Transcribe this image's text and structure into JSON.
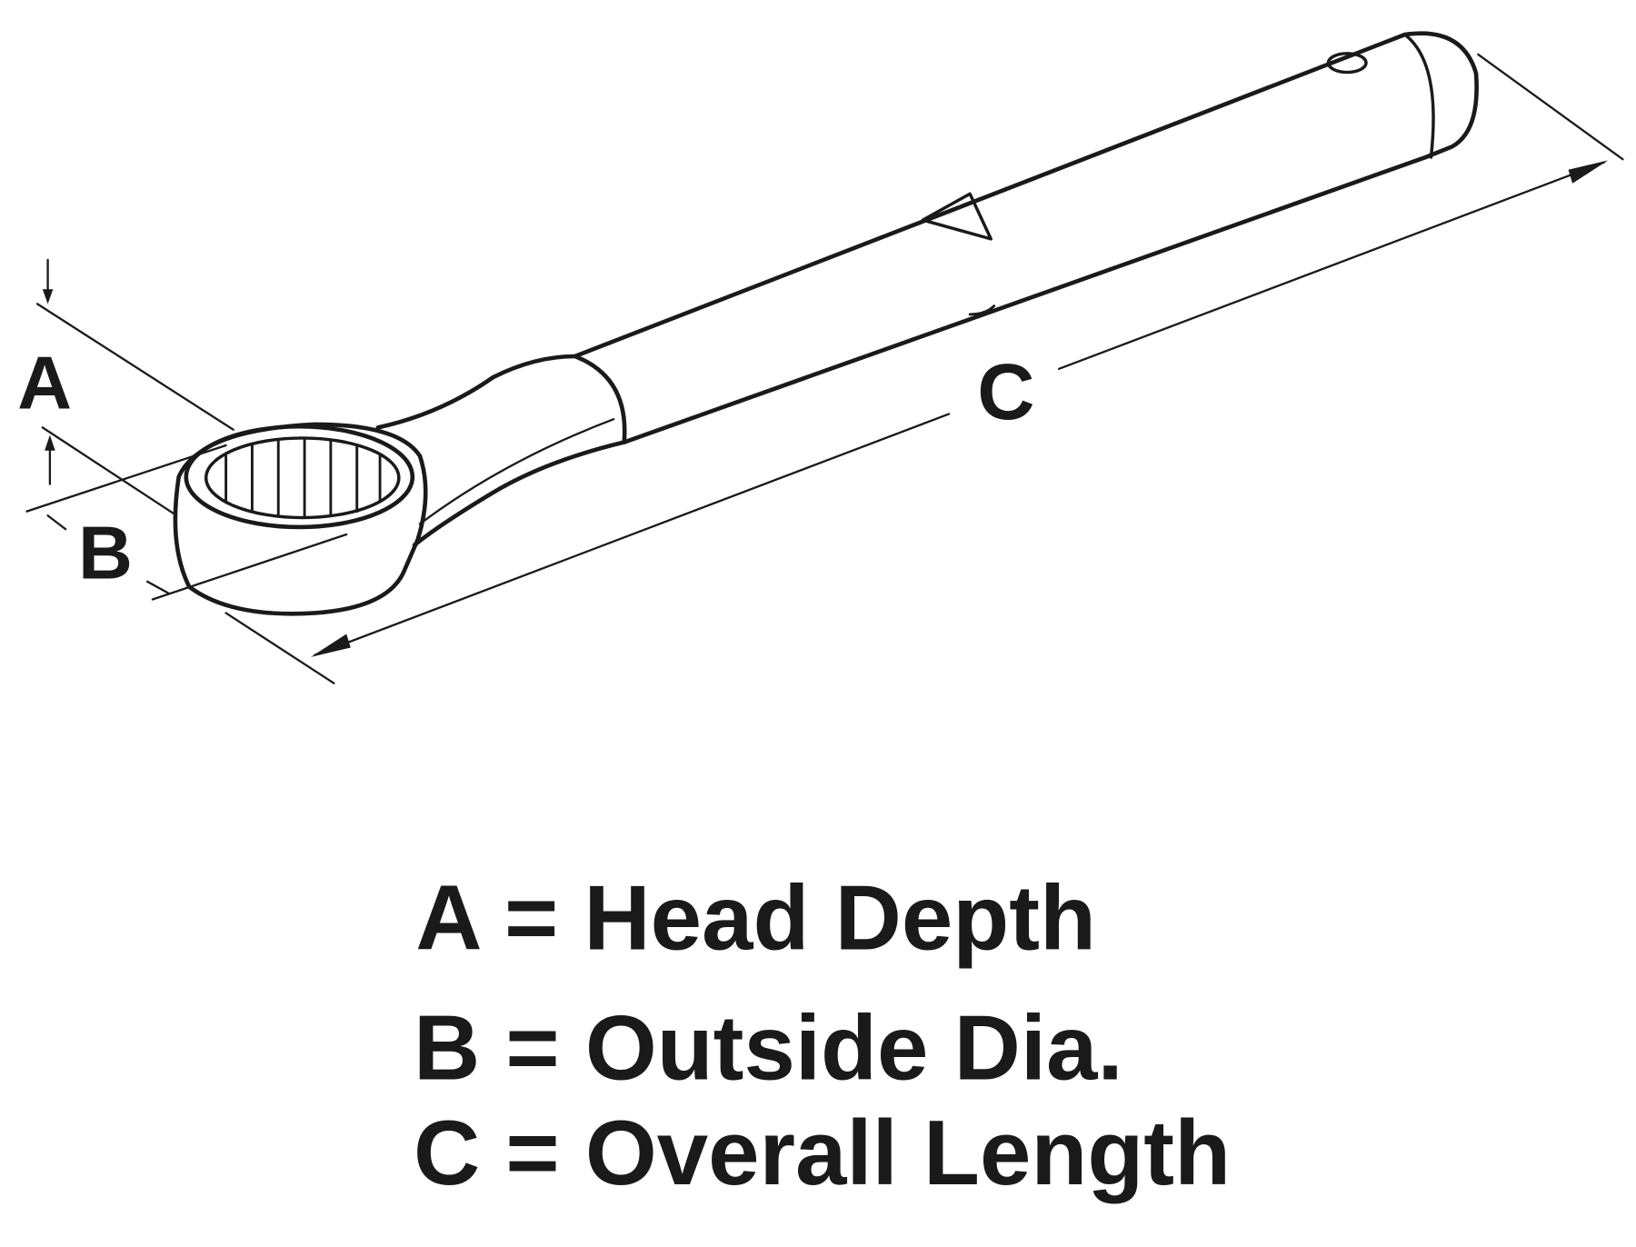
{
  "diagram": {
    "dimension_labels": {
      "a": "A",
      "b": "B",
      "c": "C"
    },
    "legend": [
      "A = Head Depth",
      "B = Outside Dia.",
      "C = Overall Length"
    ]
  }
}
